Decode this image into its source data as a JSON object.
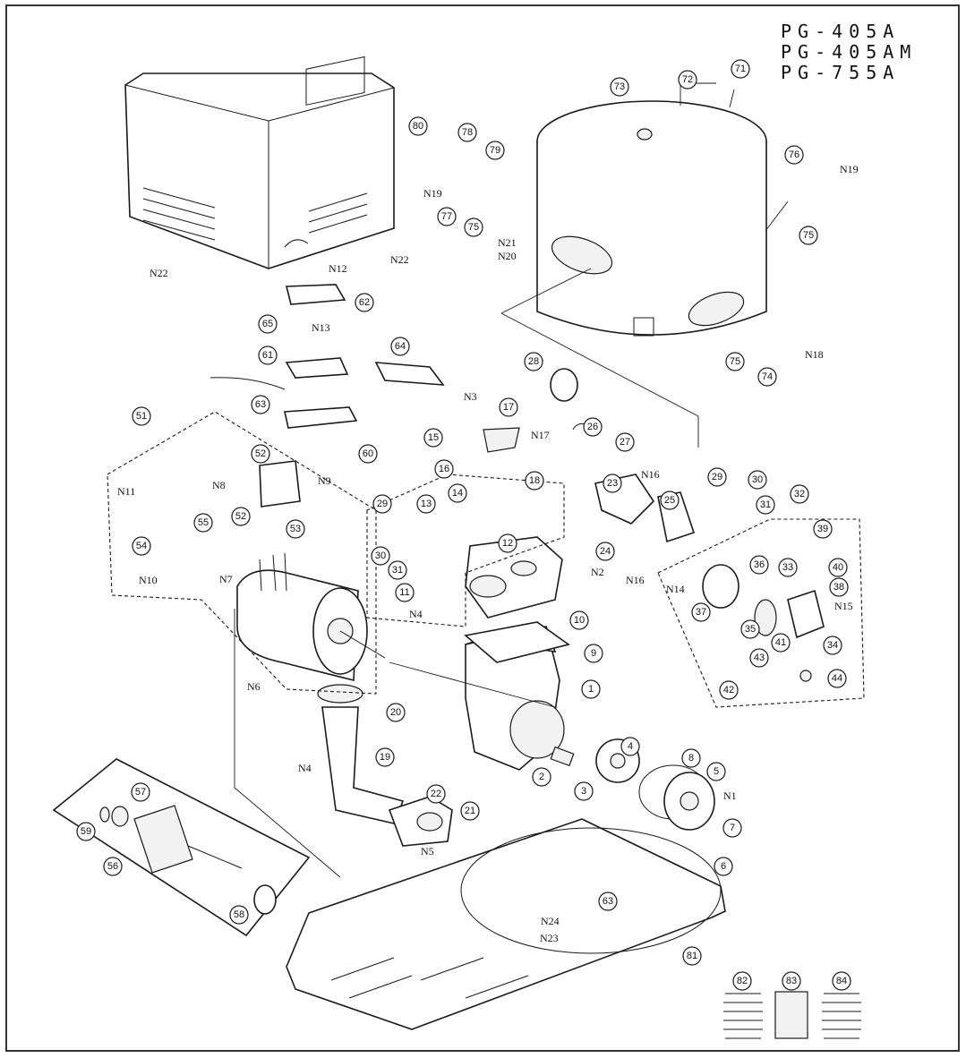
{
  "models": [
    "PG-405A",
    "PG-405AM",
    "PG-755A"
  ],
  "callouts": [
    "1",
    "2",
    "3",
    "4",
    "5",
    "6",
    "7",
    "8",
    "9",
    "10",
    "11",
    "12",
    "13",
    "14",
    "15",
    "16",
    "17",
    "18",
    "19",
    "20",
    "21",
    "22",
    "23",
    "24",
    "25",
    "26",
    "27",
    "28",
    "29",
    "29",
    "30",
    "30",
    "31",
    "31",
    "32",
    "33",
    "34",
    "35",
    "36",
    "37",
    "38",
    "39",
    "40",
    "41",
    "42",
    "43",
    "44",
    "51",
    "52",
    "52",
    "53",
    "54",
    "55",
    "56",
    "57",
    "58",
    "59",
    "60",
    "61",
    "62",
    "63",
    "63",
    "64",
    "65",
    "71",
    "72",
    "73",
    "74",
    "75",
    "75",
    "75",
    "76",
    "77",
    "78",
    "79",
    "80",
    "81",
    "82",
    "83",
    "84"
  ],
  "labels": [
    "N1",
    "N2",
    "N3",
    "N4",
    "N4",
    "N5",
    "N6",
    "N7",
    "N8",
    "N9",
    "N10",
    "N11",
    "N12",
    "N13",
    "N14",
    "N15",
    "N16",
    "N16",
    "N17",
    "N18",
    "N19",
    "N19",
    "N20",
    "N21",
    "N22",
    "N22",
    "N23",
    "N24"
  ]
}
